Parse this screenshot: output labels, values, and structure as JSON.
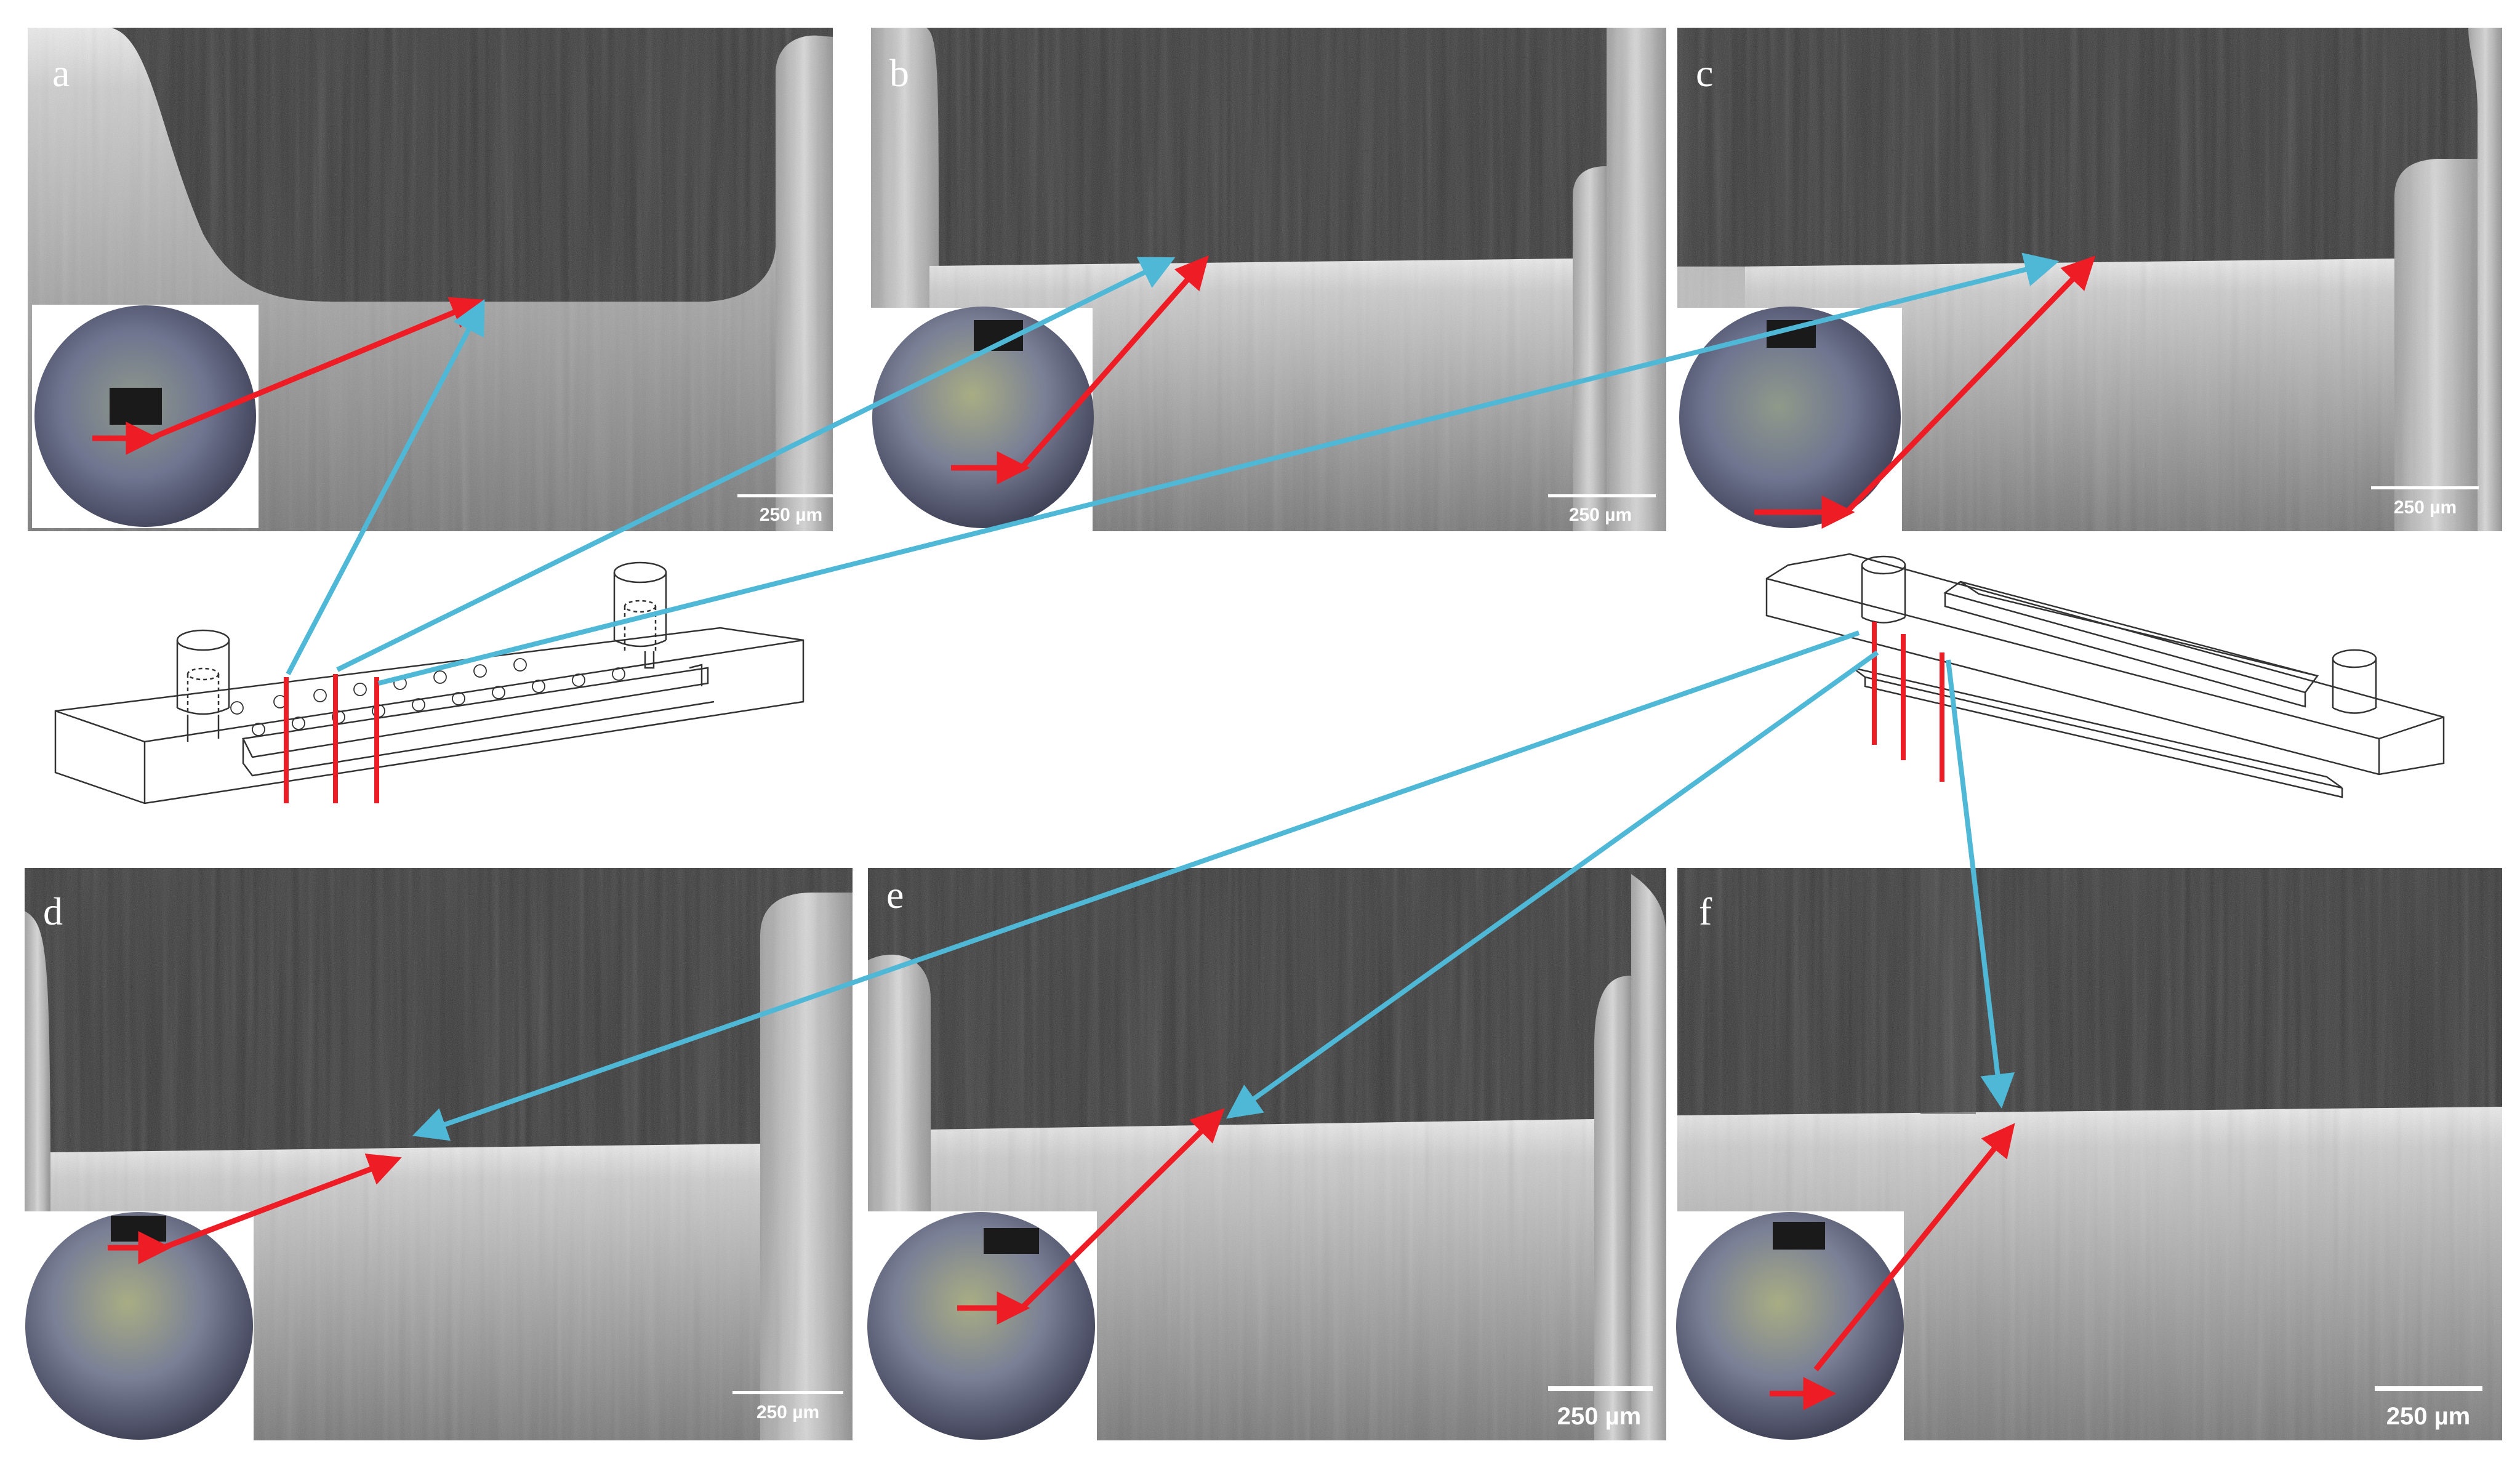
{
  "colors": {
    "background": "#ffffff",
    "oct_dark": "#2a2a2a",
    "oct_tissue": "#bdbdbd",
    "oct_bright": "#e8e8e8",
    "red_arrow": "#ee1c24",
    "cyan_arrow": "#4fb8d6",
    "scale_bar": "#ffffff",
    "sketch_line": "#333333"
  },
  "panels": [
    {
      "letter": "a",
      "scale_label": "250 µm"
    },
    {
      "letter": "b",
      "scale_label": "250 µm"
    },
    {
      "letter": "c",
      "scale_label": "250 µm"
    },
    {
      "letter": "d",
      "scale_label": "250 µm"
    },
    {
      "letter": "e",
      "scale_label": "250 µm"
    },
    {
      "letter": "f",
      "scale_label": "250 µm"
    }
  ],
  "icons": {
    "left_device": "microfluidic-chip-with-posts-icon",
    "right_device": "microfluidic-chip-with-membrane-icon"
  }
}
